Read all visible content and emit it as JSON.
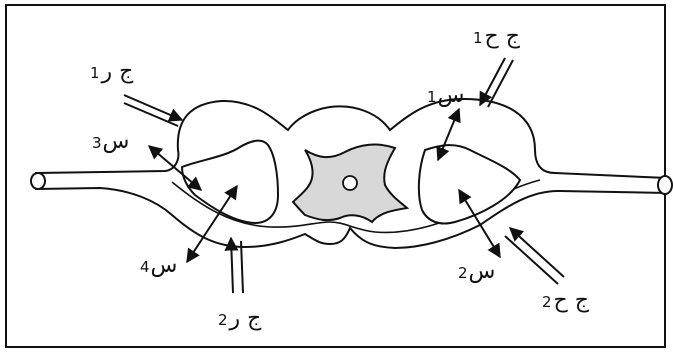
{
  "diagram": {
    "labels": {
      "g_r1": {
        "letters": "ج ر",
        "num": "1"
      },
      "g_h1": {
        "letters": "ج ح",
        "num": "1"
      },
      "s1": {
        "letters": "س",
        "num": "1"
      },
      "s3": {
        "letters": "س",
        "num": "3"
      },
      "s4": {
        "letters": "س",
        "num": "4"
      },
      "s2": {
        "letters": "س",
        "num": "2"
      },
      "g_r2": {
        "letters": "ج ر",
        "num": "2"
      },
      "g_h2": {
        "letters": "ج ح",
        "num": "2"
      }
    },
    "colors": {
      "line": "#111111",
      "fill_white": "#ffffff",
      "fill_gray": "#d8d8d8"
    }
  }
}
